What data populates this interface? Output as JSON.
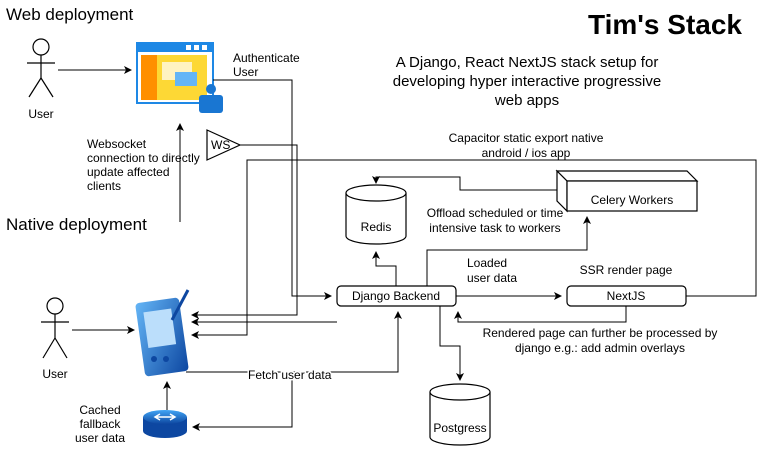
{
  "title": "Tim's Stack",
  "subtitle": [
    "A Django, React NextJS stack setup for",
    "developing hyper interactive progressive",
    "web apps"
  ],
  "sections": {
    "web": "Web deployment",
    "native": "Native deployment"
  },
  "actors": {
    "web_user": "User",
    "native_user": "User"
  },
  "labels": {
    "authenticate": [
      "Authenticate",
      "User"
    ],
    "websocket": [
      "Websocket",
      "connection to directly",
      "update affected",
      "clients"
    ],
    "ws": "WS",
    "capacitor": [
      "Capacitor static export native",
      "android / ios app"
    ],
    "offload": [
      "Offload scheduled or time",
      "intensive task to workers"
    ],
    "loaded": [
      "Loaded",
      "user data"
    ],
    "ssr": "SSR render page",
    "rendered": [
      "Rendered page can further be processed by",
      "django e.g.: add admin overlays"
    ],
    "fetch": "Fetch user data",
    "cached": [
      "Cached",
      "fallback",
      "user data"
    ]
  },
  "nodes": {
    "redis": "Redis",
    "celery": "Celery Workers",
    "django": "Django Backend",
    "nextjs": "NextJS",
    "postgres": "Postgress"
  },
  "colors": {
    "browser_frame": "#1e88e5",
    "browser_fill": "#fdd835",
    "browser_panel": "#ff8f00",
    "phone_body": "#1976d2",
    "router_body": "#1565c0",
    "line": "#000000"
  }
}
